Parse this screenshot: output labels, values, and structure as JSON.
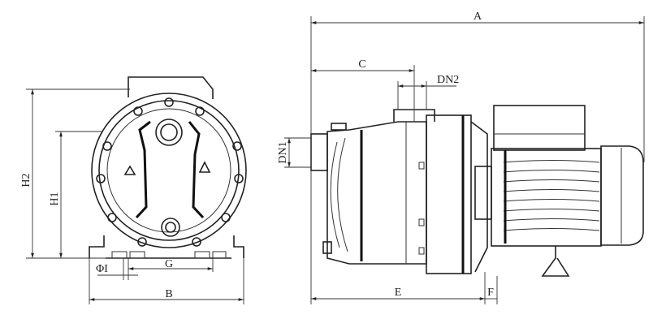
{
  "labels": {
    "A": "A",
    "B": "B",
    "C": "C",
    "E": "E",
    "F": "F",
    "G": "G",
    "H1": "H1",
    "H2": "H2",
    "PhiI": "ΦI",
    "DN1": "DN1",
    "DN2": "DN2"
  },
  "colors": {
    "line": "#222222",
    "background": "#ffffff"
  }
}
